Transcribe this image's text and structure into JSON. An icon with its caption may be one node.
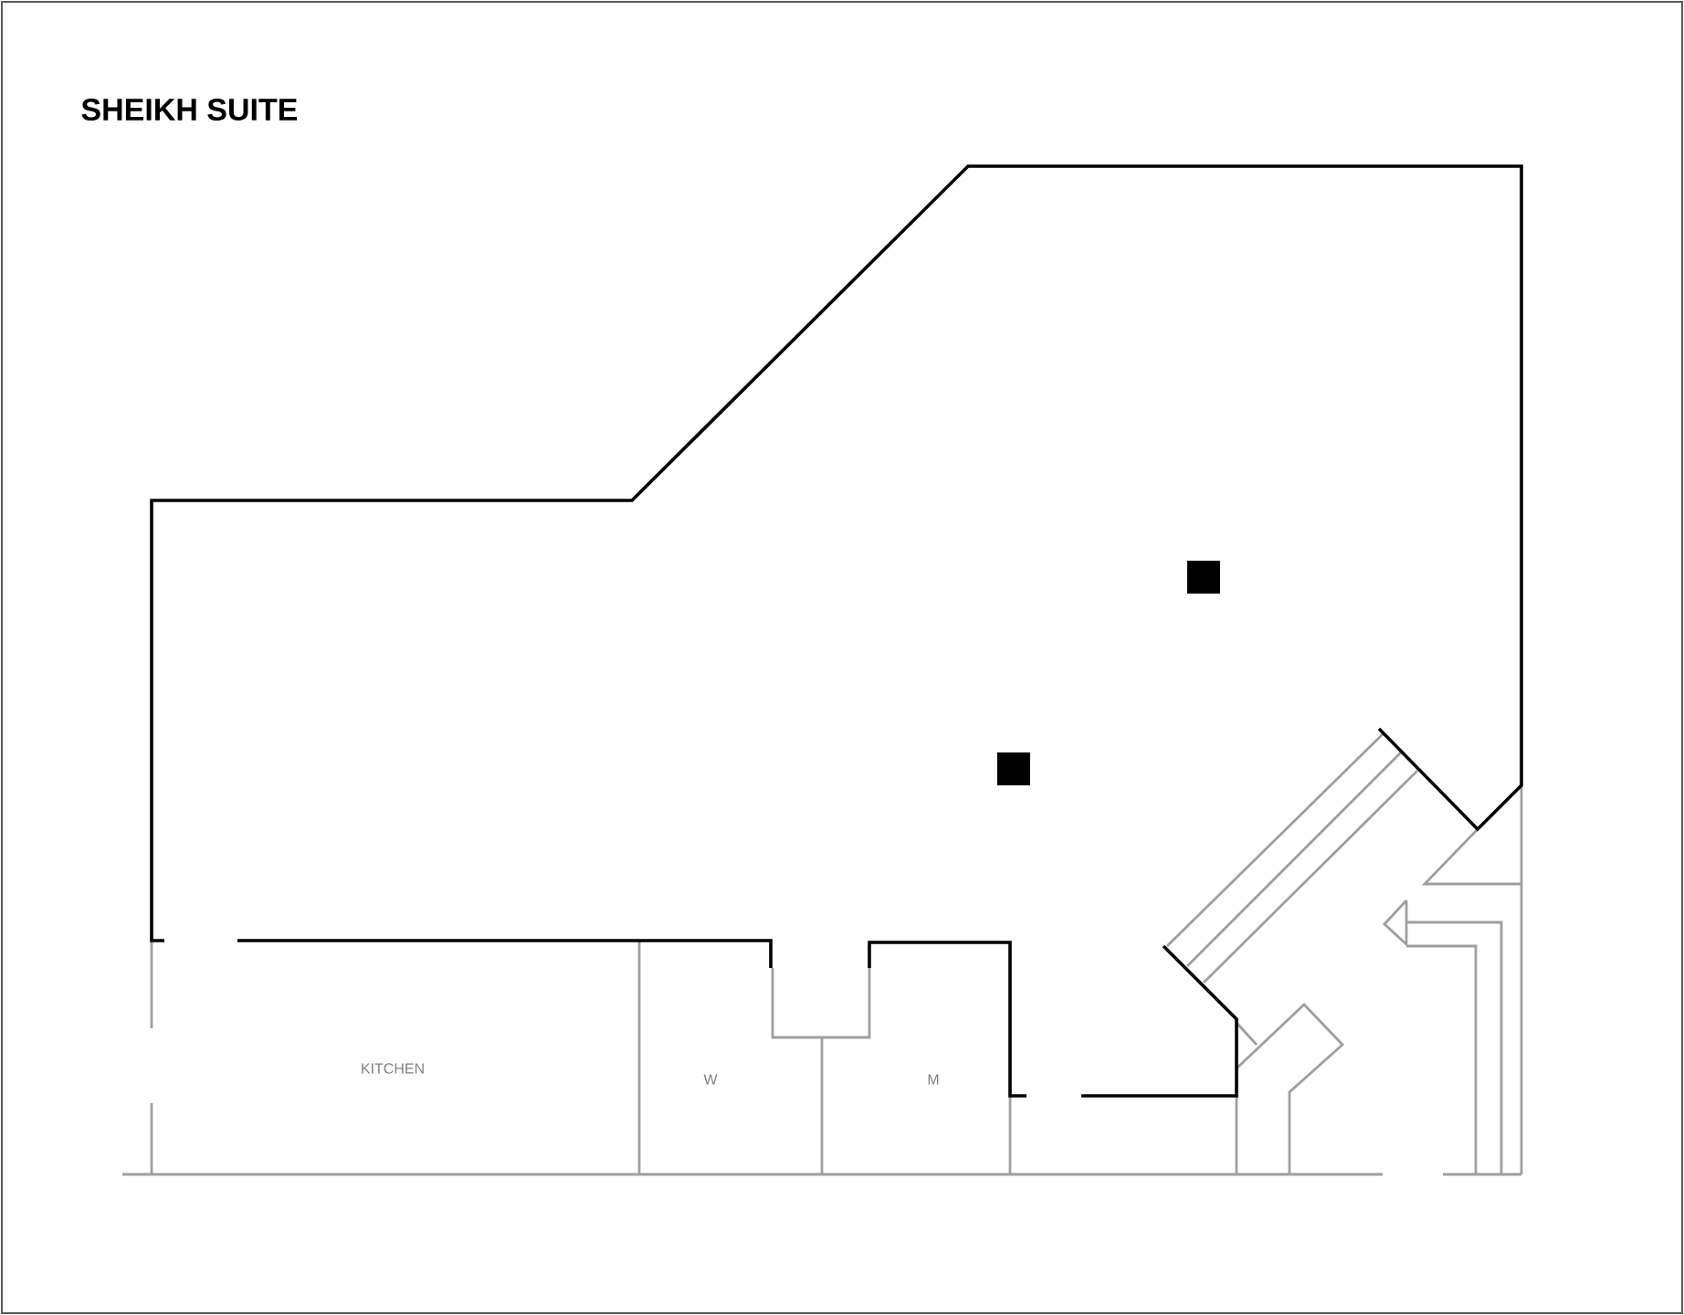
{
  "diagram": {
    "title": "SHEIKH SUITE",
    "labels": [
      "KITCHEN",
      "W",
      "M"
    ]
  }
}
